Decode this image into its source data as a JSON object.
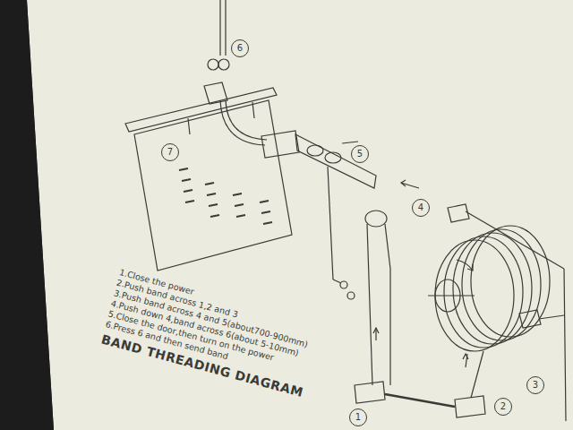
{
  "diagram": {
    "title": "BAND THREADING DIAGRAM",
    "nodes": [
      {
        "text": [
          "6"
        ]
      },
      {
        "text": [
          "5"
        ]
      },
      {
        "text": [
          "4"
        ]
      },
      {
        "text": [
          "7"
        ]
      },
      {
        "text": [
          "3"
        ]
      },
      {
        "text": [
          "1"
        ]
      },
      {
        "text": [
          "2"
        ]
      }
    ],
    "labels": [
      "1.Close the power",
      "2.Push band across 1,2 and 3",
      "3.Push band across 4 and 5(about700-900mm)",
      "4.Push down 4,band across 6(about 5-10mm)",
      "5.Close the door,then turn on the power",
      "6.Press 6 and then send band"
    ]
  }
}
